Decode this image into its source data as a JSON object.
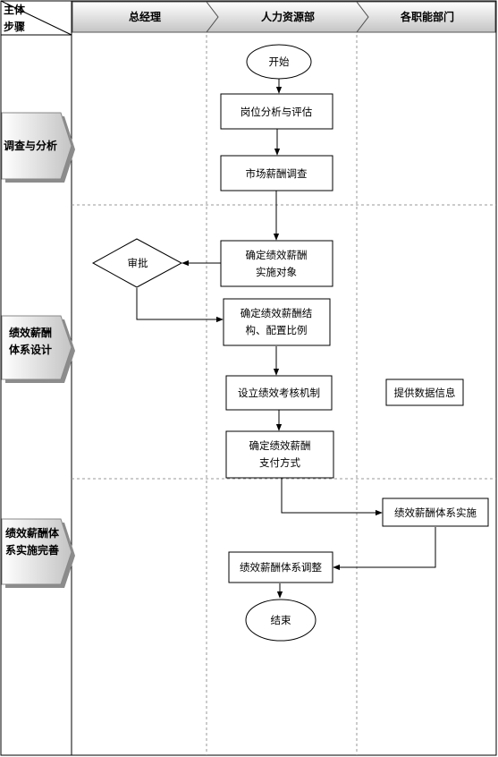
{
  "header": {
    "corner_top": "主体",
    "corner_bottom": "步骤",
    "columns": [
      "总经理",
      "人力资源部",
      "各职能部门"
    ]
  },
  "stages": [
    {
      "lines": [
        "调查与分析"
      ]
    },
    {
      "lines": [
        "绩效薪酬",
        "体系设计"
      ]
    },
    {
      "lines": [
        "绩效薪酬体",
        "系实施完善"
      ]
    }
  ],
  "nodes": {
    "start": "开始",
    "job_analysis": "岗位分析与评估",
    "market_survey": "市场薪酬调查",
    "determine_objects": [
      "确定绩效薪酬",
      "实施对象"
    ],
    "approve": "审批",
    "structure": [
      "确定绩效薪酬结",
      "构、配置比例"
    ],
    "assessment": "设立绩效考核机制",
    "data_info": "提供数据信息",
    "payment": [
      "确定绩效薪酬",
      "支付方式"
    ],
    "implement": "绩效薪酬体系实施",
    "adjust": "绩效薪酬体系调整",
    "end": "结束"
  },
  "colors": {
    "line": "#000000",
    "dashed": "#999999",
    "header_fill_light": "#ffffff",
    "header_fill_dark": "#c0c0c0",
    "shadow": "#8c8c8c"
  }
}
